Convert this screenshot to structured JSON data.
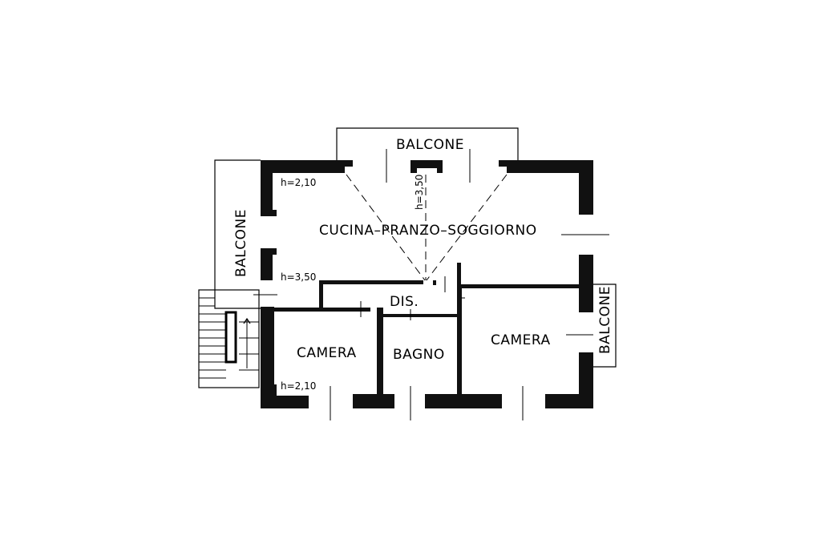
{
  "rooms": {
    "balcone_top": "BALCONE",
    "balcone_left": "BALCONE",
    "balcone_right": "BALCONE",
    "living": "CUCINA–PRANZO–SOGGIORNO",
    "dis": "DIS.",
    "camera_left": "CAMERA",
    "bagno": "BAGNO",
    "camera_right": "CAMERA"
  },
  "heights": {
    "h_top_left": "h=2,10",
    "h_mid_left": "h=3,50",
    "h_center": "h=3,50",
    "h_bottom_left": "h=2,10"
  }
}
